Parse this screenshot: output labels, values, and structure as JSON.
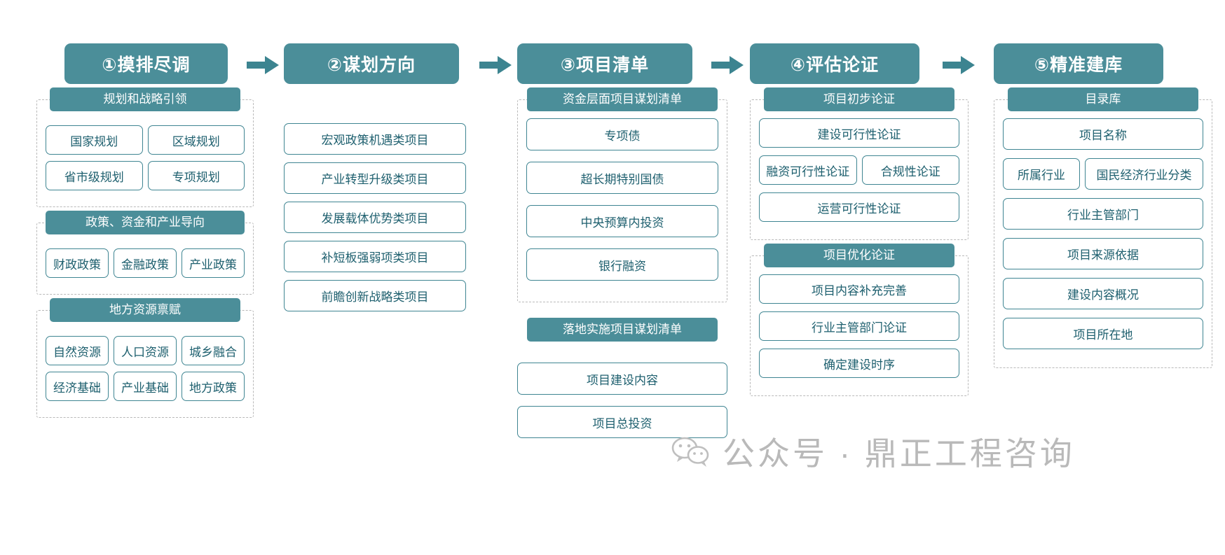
{
  "stages": [
    {
      "label": "①摸排尽调"
    },
    {
      "label": "②谋划方向"
    },
    {
      "label": "③项目清单"
    },
    {
      "label": "④评估论证"
    },
    {
      "label": "⑤精准建库"
    }
  ],
  "columns": {
    "c1": {
      "groups": [
        {
          "title": "规划和战略引领",
          "rows": [
            [
              "国家规划",
              "区域规划"
            ],
            [
              "省市级规划",
              "专项规划"
            ]
          ]
        },
        {
          "title": "政策、资金和产业导向",
          "rows": [
            [
              "财政政策",
              "金融政策",
              "产业政策"
            ]
          ]
        },
        {
          "title": "地方资源禀赋",
          "rows": [
            [
              "自然资源",
              "人口资源",
              "城乡融合"
            ],
            [
              "经济基础",
              "产业基础",
              "地方政策"
            ]
          ]
        }
      ]
    },
    "c2": {
      "items": [
        "宏观政策机遇类项目",
        "产业转型升级类项目",
        "发展载体优势类项目",
        "补短板强弱项类项目",
        "前瞻创新战略类项目"
      ]
    },
    "c3": {
      "groups": [
        {
          "title": "资金层面项目谋划清单",
          "dashed": true,
          "rows": [
            [
              "专项债"
            ],
            [
              "超长期特别国债"
            ],
            [
              "中央预算内投资"
            ],
            [
              "银行融资"
            ]
          ]
        },
        {
          "title": "落地实施项目谋划清单",
          "dashed": false,
          "rows": [
            [
              "项目建设内容"
            ],
            [
              "项目总投资"
            ]
          ]
        }
      ]
    },
    "c4": {
      "groups": [
        {
          "title": "项目初步论证",
          "rows": [
            [
              "建设可行性论证"
            ],
            [
              "融资可行性论证",
              "合规性论证"
            ],
            [
              "运营可行性论证"
            ]
          ]
        },
        {
          "title": "项目优化论证",
          "rows": [
            [
              "项目内容补充完善"
            ],
            [
              "行业主管部门论证"
            ],
            [
              "确定建设时序"
            ]
          ]
        }
      ]
    },
    "c5": {
      "groups": [
        {
          "title": "目录库",
          "rows": [
            [
              "项目名称"
            ],
            [
              "所属行业",
              "国民经济行业分类"
            ],
            [
              "行业主管部门"
            ],
            [
              "项目来源依据"
            ],
            [
              "建设内容概况"
            ],
            [
              "项目所在地"
            ]
          ]
        }
      ]
    }
  },
  "watermark": {
    "text": "公众号 · 鼎正工程咨询",
    "icon": "wechat-icon"
  },
  "colors": {
    "accent": "#4b8e99",
    "box_border": "#3f8592",
    "box_text": "#1d5f6e",
    "dashed": "#b9b9b9",
    "watermark": "#b9b9b9"
  }
}
